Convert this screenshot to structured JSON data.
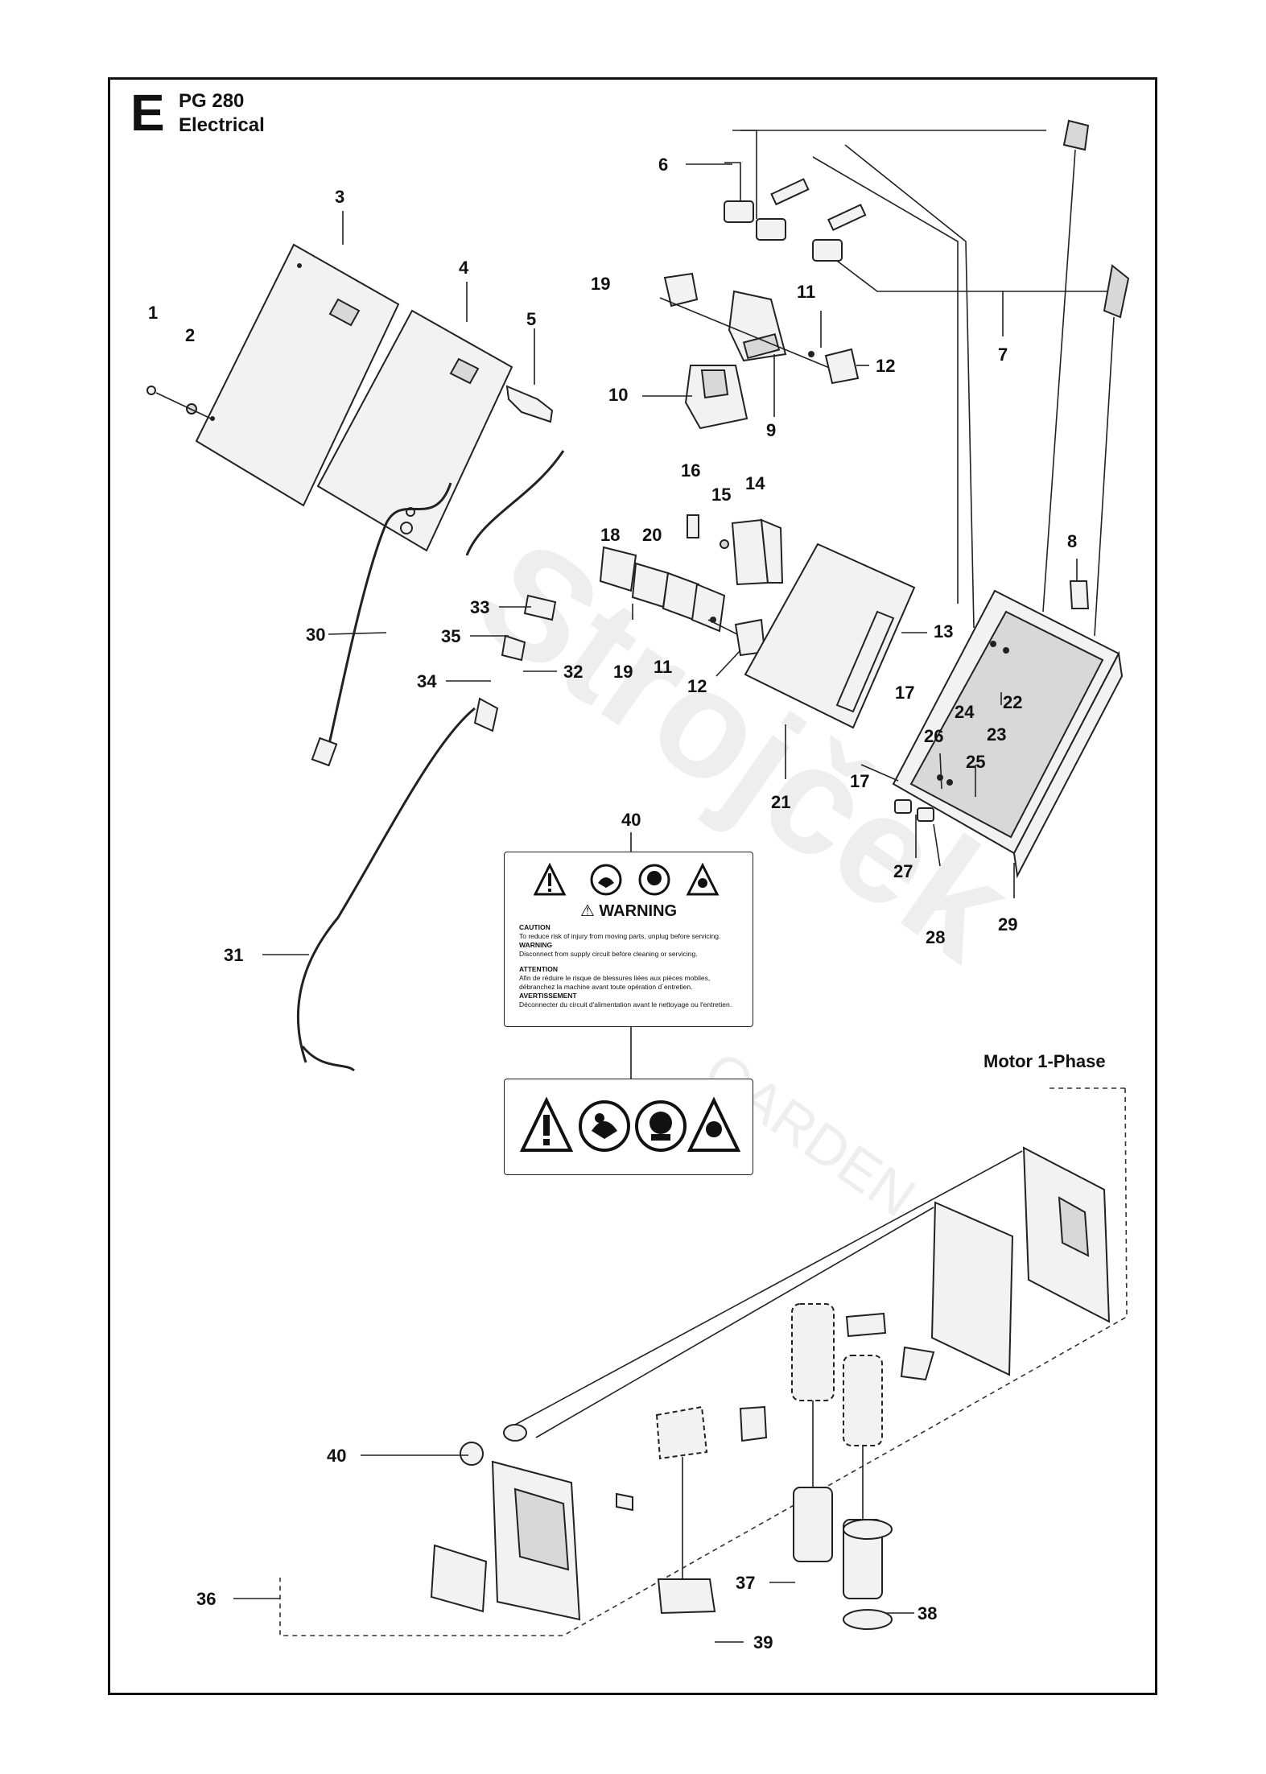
{
  "header": {
    "section_letter": "E",
    "model": "PG 280",
    "title": "Electrical"
  },
  "watermark": {
    "brand": "Strojček",
    "sub": "GARDEN"
  },
  "warning_label": {
    "title": "WARNING",
    "caution_heading": "CAUTION",
    "caution_text": "To reduce risk of injury from moving parts, unplug before servicing.",
    "warning_heading": "WARNING",
    "warning_text": "Disconnect from supply circuit before cleaning or servicing.",
    "attention_heading": "ATTENTION",
    "attention_text": "Afin de réduire le risque de blessures liées aux pièces mobiles, débranchez la machine avant toute opération d´entretien.",
    "avertissement_heading": "AVERTISSEMENT",
    "avertissement_text": "Déconnecter du circuit d'alimentation avant le nettoyage ou l'entretien."
  },
  "motor_group_label": "Motor 1-Phase",
  "callouts": [
    "1",
    "2",
    "3",
    "4",
    "5",
    "6",
    "7",
    "8",
    "9",
    "10",
    "11",
    "12",
    "13",
    "14",
    "15",
    "16",
    "17",
    "18",
    "19",
    "20",
    "21",
    "22",
    "23",
    "24",
    "25",
    "26",
    "27",
    "28",
    "29",
    "30",
    "31",
    "32",
    "33",
    "34",
    "35",
    "36",
    "37",
    "38",
    "39",
    "40"
  ],
  "labels": {
    "c1": "1",
    "c2": "2",
    "c3": "3",
    "c4": "4",
    "c5": "5",
    "c6": "6",
    "c7": "7",
    "c8": "8",
    "c9": "9",
    "c10": "10",
    "c11a": "11",
    "c11b": "11",
    "c12a": "12",
    "c12b": "12",
    "c13": "13",
    "c14": "14",
    "c15": "15",
    "c16": "16",
    "c17a": "17",
    "c17b": "17",
    "c18": "18",
    "c19a": "19",
    "c19b": "19",
    "c20": "20",
    "c21": "21",
    "c22": "22",
    "c23": "23",
    "c24": "24",
    "c25": "25",
    "c26": "26",
    "c27": "27",
    "c28": "28",
    "c29": "29",
    "c30": "30",
    "c31": "31",
    "c32": "32",
    "c33": "33",
    "c34": "34",
    "c35": "35",
    "c36": "36",
    "c37": "37",
    "c38": "38",
    "c39": "39",
    "c40a": "40",
    "c40b": "40"
  }
}
